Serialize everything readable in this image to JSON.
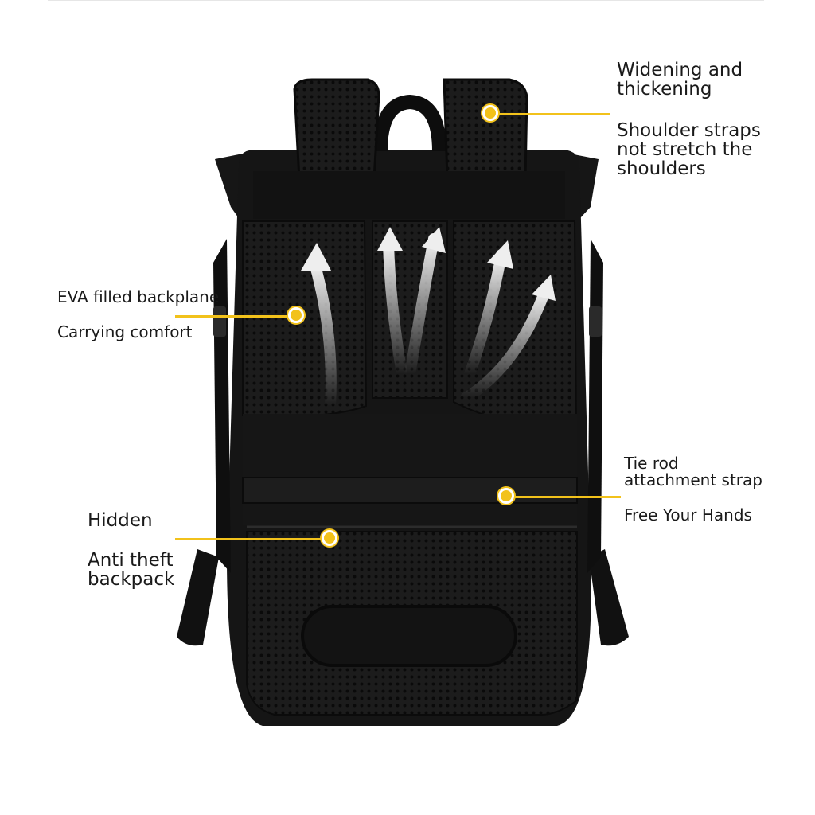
{
  "colors": {
    "accent": "#f2c21b",
    "bag": "#141414",
    "mesh": "#1e1e1e",
    "text": "#1a1a1a"
  },
  "callouts": {
    "shoulder": {
      "title": "Widening and\nthickening",
      "detail": "Shoulder straps\nnot stretch the\nshoulders"
    },
    "back": {
      "title": "EVA filled backplane",
      "detail": "Carrying comfort"
    },
    "tie_rod": {
      "title": "Tie rod\nattachment strap",
      "detail": "Free Your Hands"
    },
    "anti_theft": {
      "title": "Hidden",
      "detail": "Anti theft\nbackpack"
    }
  }
}
